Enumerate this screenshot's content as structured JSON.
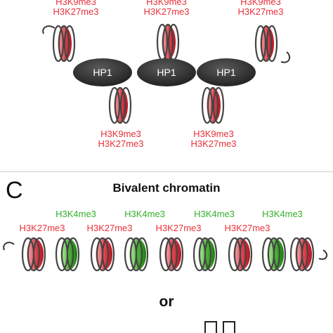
{
  "panel_b": {
    "top_labels": [
      {
        "line1": "H3K9me3",
        "line2": "H3K27me3"
      },
      {
        "line1": "H3K9me3",
        "line2": "H3K27me3"
      },
      {
        "line1": "H3K9me3",
        "line2": "H3K27me3"
      }
    ],
    "bottom_labels": [
      {
        "line1": "H3K9me3",
        "line2": "H3K27me3"
      },
      {
        "line1": "H3K9me3",
        "line2": "H3K27me3"
      }
    ],
    "hp1_labels": [
      "HP1",
      "HP1",
      "HP1"
    ]
  },
  "panel_c": {
    "letter": "C",
    "title": "Bivalent chromatin",
    "green_labels": [
      "H3K4me3",
      "H3K4me3",
      "H3K4me3",
      "H3K4me3"
    ],
    "red_labels": [
      "H3K27me3",
      "H3K27me3",
      "H3K27me3",
      "H3K27me3"
    ],
    "or_text": "or"
  },
  "colors": {
    "repressive_mark": "#e8303a",
    "active_mark": "#33b02c",
    "hp1_fill": "#3a3a3a"
  }
}
